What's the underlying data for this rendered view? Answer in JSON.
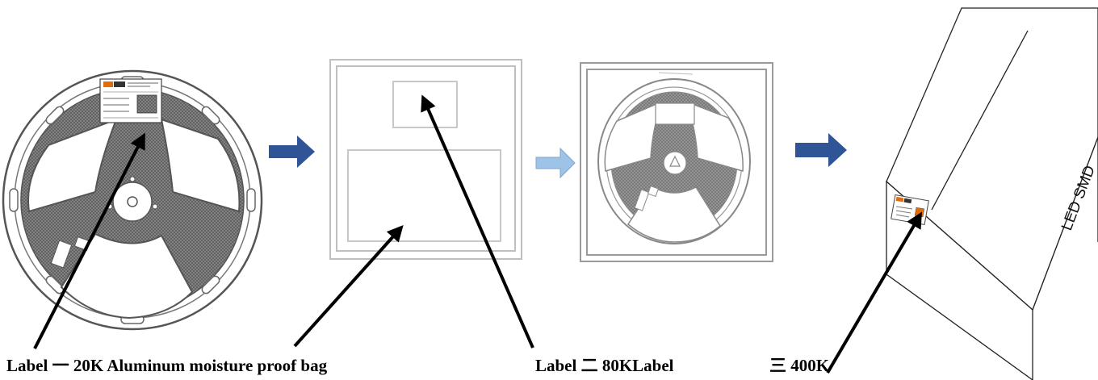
{
  "captions": {
    "label_one": "Label 一  20K  Aluminum moisture proof bag",
    "label_two": "Label 二  80KLabel",
    "label_three": "三  400K"
  },
  "carton": {
    "side_text": "LED SMD"
  },
  "icons": {
    "reel": "tape-reel-icon",
    "bag": "moisture-proof-bag-icon",
    "carton": "carton-box-icon",
    "flow_arrow": "right-arrow-icon",
    "pointer": "pointer-arrow-icon"
  },
  "colors": {
    "flow_arrow_dark": "#2f5597",
    "flow_arrow_light": "#9dc3e6",
    "reel_gray": "#555555",
    "bag_border": "#bfbfbf"
  }
}
